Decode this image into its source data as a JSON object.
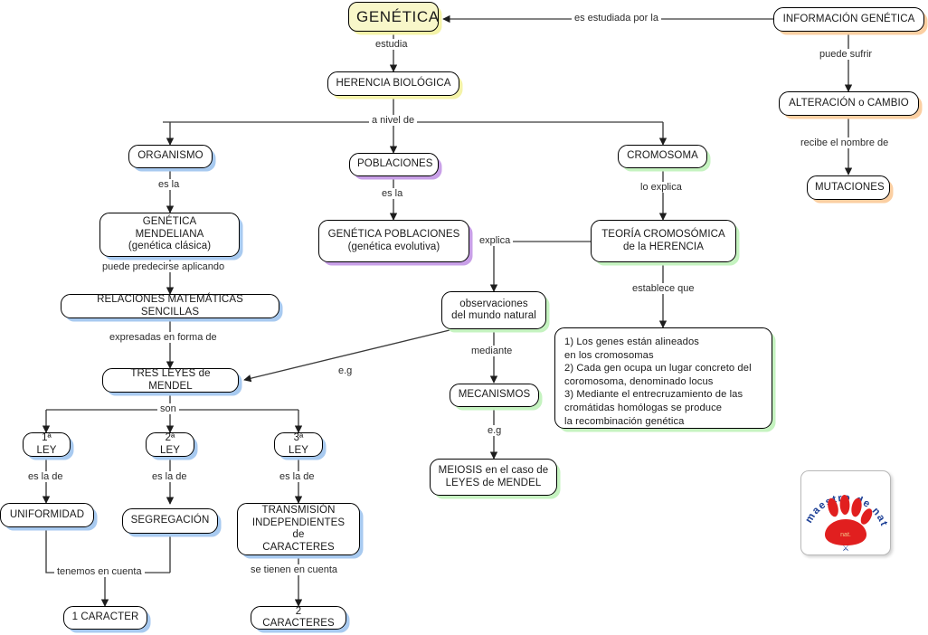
{
  "document": {
    "title": "Mapa conceptual de Genética",
    "background": "#ffffff"
  },
  "colors": {
    "node_fill": "#ffffff",
    "node_border": "#000000",
    "title_fill": "#f8f7c9",
    "shadow_yellow": "#f4f3a8",
    "shadow_blue": "#a8caf0",
    "shadow_purple": "#c9a0e8",
    "shadow_green": "#c5f3c0",
    "shadow_orange": "#fbcfa2",
    "edge": "#3a3a3a",
    "logo_paw": "#e02020",
    "logo_text": "#1a3a8f"
  },
  "nodes": {
    "genetica": "GENÉTICA",
    "herencia_biologica": "HERENCIA BIOLÓGICA",
    "informacion_genetica": "INFORMACIÓN GENÉTICA",
    "alteracion_cambio": "ALTERACIÓN o CAMBIO",
    "mutaciones": "MUTACIONES",
    "organismo": "ORGANISMO",
    "poblaciones": "POBLACIONES",
    "cromosoma": "CROMOSOMA",
    "genetica_mendeliana_l1": "GENÉTICA MENDELIANA",
    "genetica_mendeliana_l2": "(genética clásica)",
    "genetica_poblaciones_l1": "GENÉTICA POBLACIONES",
    "genetica_poblaciones_l2": "(genética evolutiva)",
    "teoria_cromosomica_l1": "TEORÍA CROMOSÓMICA",
    "teoria_cromosomica_l2": "de la HERENCIA",
    "relaciones_matematicas": "RELACIONES MATEMÁTICAS SENCILLAS",
    "tres_leyes": "TRES LEYES de MENDEL",
    "observaciones_l1": "observaciones",
    "observaciones_l2": "del mundo natural",
    "mecanismos": "MECANISMOS",
    "meiosis_l1": "MEIOSIS en el caso de",
    "meiosis_l2": "LEYES de MENDEL",
    "ley1": "1ª LEY",
    "ley2": "2ª LEY",
    "ley3": "3ª LEY",
    "uniformidad": "UNIFORMIDAD",
    "segregacion": "SEGREGACIÓN",
    "transmision_l1": "TRANSMISIÓN",
    "transmision_l2": "INDEPENDIENTES de",
    "transmision_l3": "CARACTERES",
    "un_caracter": "1 CARACTER",
    "dos_caracteres": "2 CARACTERES",
    "postulados": [
      "1) Los genes están alineados",
      "en los cromosomas",
      "2) Cada gen ocupa un lugar concreto del",
      "coromosoma, denominado locus",
      "3) Mediante el entrecruzamiento de las",
      "cromátidas homólogas se produce",
      "la recombinación genética"
    ]
  },
  "edge_labels": {
    "es_estudiada_por_la": "es estudiada por la",
    "estudia": "estudia",
    "puede_sufrir": "puede sufrir",
    "recibe_el_nombre_de": "recibe el nombre de",
    "a_nivel_de": "a nivel de",
    "es_la_1": "es la",
    "es_la_2": "es la",
    "lo_explica": "lo explica",
    "puede_predecirse_aplicando": "puede predecirse aplicando",
    "explica": "explica",
    "establece_que": "establece que",
    "expresadas_en_forma_de": "expresadas en forma de",
    "eg_leyes": "e.g",
    "mediante": "mediante",
    "eg_meiosis": "e.g",
    "son": "son",
    "es_la_de_1": "es la de",
    "es_la_de_2": "es la de",
    "es_la_de_3": "es la de",
    "tenemos_en_cuenta": "tenemos en cuenta",
    "se_tienen_en_cuenta": "se tienen en cuenta"
  },
  "logo": {
    "arc_text": "maestro de naturales",
    "paw_caption": "nat."
  }
}
